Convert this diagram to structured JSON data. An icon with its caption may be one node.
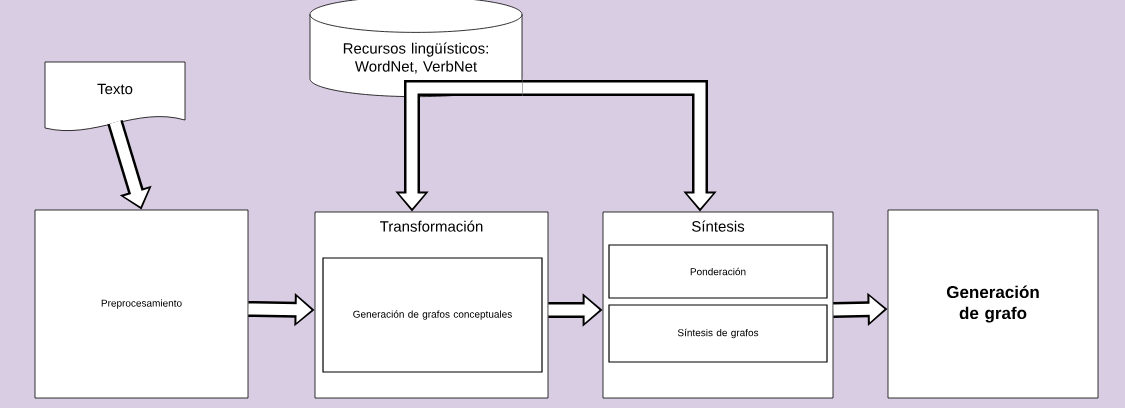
{
  "diagram": {
    "nodes": [
      {
        "text": [
          "Texto"
        ]
      },
      {
        "text": [
          "Recursos lingüísticos: WordNet, VerbNet"
        ]
      },
      {
        "text": [
          "Preprocesamiento"
        ]
      },
      {
        "text": [
          "Transformación"
        ]
      },
      {
        "text": [
          "Generación de grafos conceptuales"
        ],
        "in": 3
      },
      {
        "text": [
          "Síntesis"
        ]
      },
      {
        "text": [
          "Ponderación"
        ],
        "in": 5
      },
      {
        "text": [
          "Síntesis de grafos"
        ],
        "in": 5
      },
      {
        "text": [
          "Generación de grafo"
        ]
      }
    ],
    "edges": [
      {
        "from": 0,
        "to": 2,
        "arrow": "to"
      },
      {
        "from": 1,
        "to": 3,
        "arrow": "to"
      },
      {
        "from": 1,
        "to": 5,
        "arrow": "to"
      },
      {
        "from": 2,
        "to": 3,
        "arrow": "to"
      },
      {
        "from": 3,
        "to": 5,
        "arrow": "to"
      },
      {
        "from": 5,
        "to": 8,
        "arrow": "to"
      }
    ]
  }
}
